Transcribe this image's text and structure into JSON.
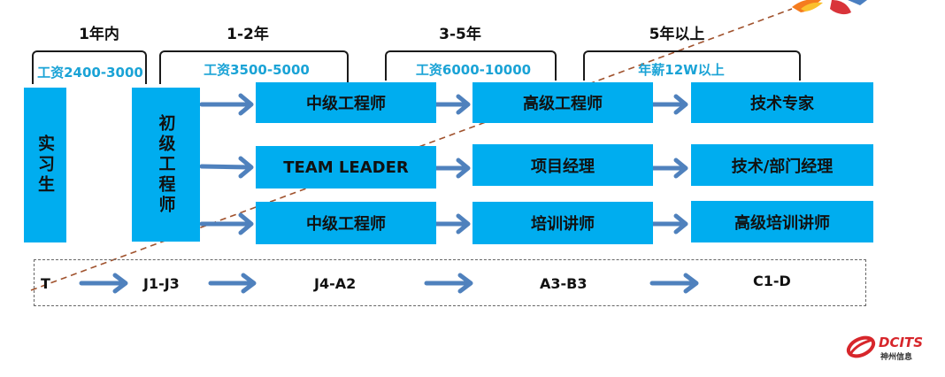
{
  "periods": [
    "1年内",
    "1-2年",
    "3-5年",
    "5年以上"
  ],
  "salaries": [
    "工资2400-3000",
    "工资3500-5000",
    "工资6000-10000",
    "年薪12W以上"
  ],
  "start_boxes": {
    "intern": "实习生",
    "junior": "初级工程师"
  },
  "tracks": [
    {
      "stage2": "中级工程师",
      "stage3": "高级工程师",
      "stage4": "技术专家"
    },
    {
      "stage2": "TEAM LEADER",
      "stage3": "项目经理",
      "stage4": "技术/部门经理"
    },
    {
      "stage2": "中级工程师",
      "stage3": "培训讲师",
      "stage4": "高级培训讲师"
    }
  ],
  "levels": [
    "T",
    "J1-J3",
    "J4-A2",
    "A3-B3",
    "C1-D"
  ],
  "logo": {
    "name": "DCITS",
    "subtitle": "神州信息"
  },
  "colors": {
    "box": "#00adef",
    "arrow": "#4f81bd",
    "salary": "#1aa3d6",
    "trend": "#a0522d"
  }
}
